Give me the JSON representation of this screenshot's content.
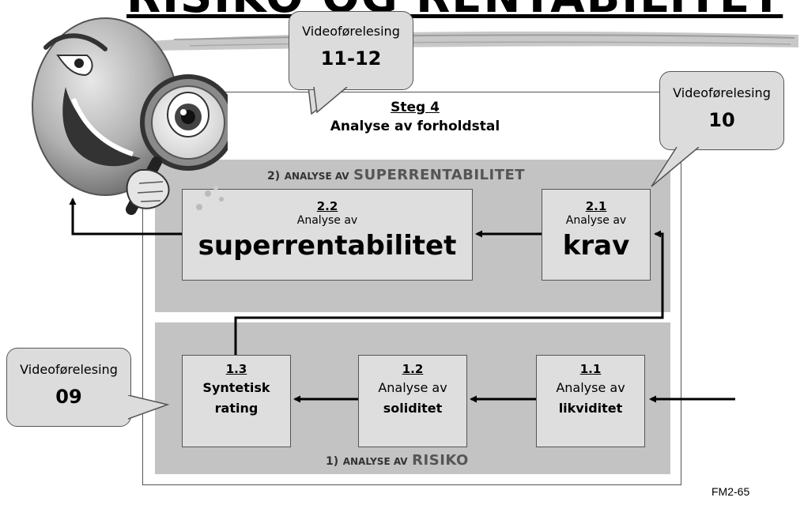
{
  "slide": {
    "title": "RISIKO OG RENTABILITET",
    "footer_code": "FM2-65"
  },
  "step": {
    "label": "Steg 4",
    "subtitle": "Analyse av forholdstal"
  },
  "callouts": [
    {
      "label": "Videoførelesing",
      "number": "11-12"
    },
    {
      "label": "Videoførelesing",
      "number": "10"
    },
    {
      "label": "Videoførelesing",
      "number": "09"
    }
  ],
  "section_superrentabilitet": {
    "prefix": "2)",
    "small": "ANALYSE AV",
    "large": "SUPERRENTABILITET"
  },
  "section_risiko": {
    "prefix": "1)",
    "small": "ANALYSE AV",
    "large": "RISIKO"
  },
  "boxes": {
    "b22": {
      "num": "2.2",
      "line1": "Analyse av",
      "line2": "superrentabilitet"
    },
    "b21": {
      "num": "2.1",
      "line1": "Analyse av",
      "line2": "krav"
    },
    "b13": {
      "num": "1.3",
      "line1": "Syntetisk",
      "line2": "rating"
    },
    "b12": {
      "num": "1.2",
      "line1": "Analyse av",
      "line2": "soliditet"
    },
    "b11": {
      "num": "1.1",
      "line1": "Analyse av",
      "line2": "likviditet"
    }
  }
}
